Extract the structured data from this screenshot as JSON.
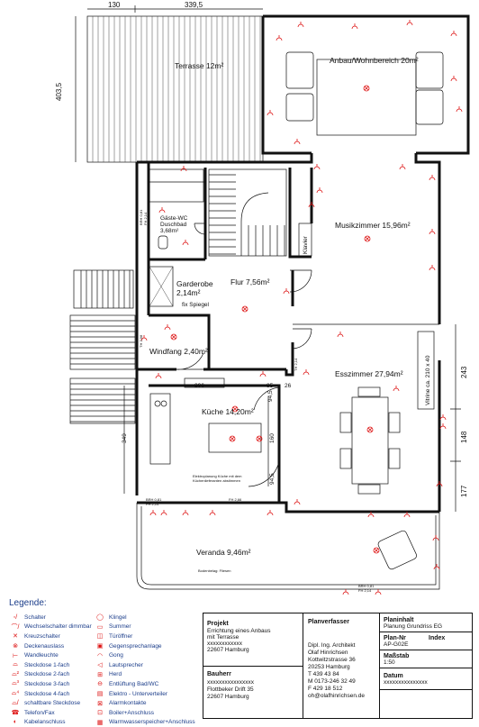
{
  "rooms": {
    "terrasse": "Terrasse 12m²",
    "anbau": "Anbau/Wohnbereich 20m²",
    "musik": "Musikzimmer 15,96m²",
    "klavier": "Klavier",
    "gaeste_wc_1": "Gäste-WC",
    "gaeste_wc_2": "Duschbad",
    "gaeste_wc_3": "3,68m²",
    "garderobe_1": "Garderobe",
    "garderobe_2": "2,14m²",
    "flur": "Flur 7,56m²",
    "windfang": "Windfang 2,40m²",
    "esszimmer": "Esszimmer 27,94m²",
    "vitrine": "Vitrine ca. 210 x 40",
    "kueche": "Küche 14,20m²",
    "veranda": "Veranda 9,46m²",
    "bodenbelag": "Bodenbelag: Fliesen",
    "elektro_note_1": "Elektroplanung Küche mit dem",
    "elektro_note_2": "Küchenlieferanten abstimmen",
    "fix_spiegel": "fix Spiegel"
  },
  "dimensions": {
    "d130": "130",
    "d339": "339,5",
    "d403": "403,5",
    "d243": "243",
    "d148": "148",
    "d177": "177",
    "d349": "349",
    "d296": "296",
    "d85": "85",
    "d26": "26",
    "d945a": "94,5",
    "d160": "160",
    "d945b": "94,5"
  },
  "small_labels": {
    "brh1": "BRH 0,81",
    "th1": "FH 2,14",
    "brh2": "BRH 0,81",
    "th2": "FH 2,14",
    "brh3": "BRH 0,81",
    "th3": "FH 2,14",
    "th4": "TH 2,98",
    "th5": "FH 2,66",
    "th6": "TH 2,14"
  },
  "legend": {
    "title": "Legende:",
    "left": [
      {
        "icon": "switch-icon",
        "glyph": "◦/",
        "label": "Schalter"
      },
      {
        "icon": "toggle-switch-icon",
        "glyph": "⌒/",
        "label": "Wechselschalter dimmbar"
      },
      {
        "icon": "cross-switch-icon",
        "glyph": "✕",
        "label": "Kreuzschalter"
      },
      {
        "icon": "ceiling-outlet-icon",
        "glyph": "⊗",
        "label": "Deckenauslass"
      },
      {
        "icon": "wall-light-icon",
        "glyph": "⊢",
        "label": "Wandleuchte"
      },
      {
        "icon": "socket-1-icon",
        "glyph": "⌓",
        "label": "Steckdose 1-fach"
      },
      {
        "icon": "socket-2-icon",
        "glyph": "⌓²",
        "label": "Steckdose 2-fach"
      },
      {
        "icon": "socket-3-icon",
        "glyph": "⌓³",
        "label": "Steckdose 3-fach"
      },
      {
        "icon": "socket-4-icon",
        "glyph": "⌓⁴",
        "label": "Steckdose 4-fach"
      },
      {
        "icon": "switched-socket-icon",
        "glyph": "⌓/",
        "label": "schaltbare Steckdose"
      },
      {
        "icon": "phone-fax-icon",
        "glyph": "☎",
        "label": "Telefon/Fax"
      },
      {
        "icon": "cable-connection-icon",
        "glyph": "◐",
        "label": "Kabelanschluss"
      }
    ],
    "right": [
      {
        "icon": "bell-icon",
        "glyph": "◯",
        "label": "Klingel"
      },
      {
        "icon": "buzzer-icon",
        "glyph": "▭",
        "label": "Summer"
      },
      {
        "icon": "door-opener-icon",
        "glyph": "◫",
        "label": "Türöffner"
      },
      {
        "icon": "intercom-icon",
        "glyph": "▣",
        "label": "Gegensprechanlage"
      },
      {
        "icon": "gong-icon",
        "glyph": "◠",
        "label": "Gong"
      },
      {
        "icon": "speaker-icon",
        "glyph": "◁",
        "label": "Lautsprecher"
      },
      {
        "icon": "stove-icon",
        "glyph": "⊞",
        "label": "Herd"
      },
      {
        "icon": "ventilation-icon",
        "glyph": "⊖",
        "label": "Entlüftung Bad/WC"
      },
      {
        "icon": "sub-distributor-icon",
        "glyph": "▤",
        "label": "Elektro - Unterverteiler"
      },
      {
        "icon": "alarm-contact-icon",
        "glyph": "⊠",
        "label": "Alarmkontakte"
      },
      {
        "icon": "boiler-icon",
        "glyph": "⊡",
        "label": "Boiler+Anschluss"
      },
      {
        "icon": "heat-storage-icon",
        "glyph": "▦",
        "label": "Warmwasserspeicher+Anschluss"
      }
    ]
  },
  "title_block": {
    "projekt_head": "Projekt",
    "projekt_1": "Errichtung eines Anbaus",
    "projekt_2": "mit Terrasse",
    "projekt_3": "xxxxxxxxxxxx",
    "projekt_4": "22607 Hamburg",
    "bauherr_head": "Bauherr",
    "bauherr_1": "xxxxxxxxxxxxxxxx",
    "bauherr_2": "Flottbeker Drift 35",
    "bauherr_3": "22607 Hamburg",
    "planverfasser_head": "Planverfasser",
    "pv_1": "Dipl. Ing. Architekt",
    "pv_2": "Olaf Hinrichsen",
    "pv_3": "Kottwitzstrasse 36",
    "pv_4": "20253 Hamburg",
    "pv_5": "T 439 43 84",
    "pv_6": "M 0173-246 32 49",
    "pv_7": "F 429 18 512",
    "pv_8": "oh@olafhinrichsen.de",
    "planinhalt_head": "Planinhalt",
    "planinhalt_val": "Planung Grundriss EG",
    "plannr_head": "Plan-Nr",
    "index_head": "Index",
    "plannr_val": "AP-G02E",
    "massstab_head": "Maßstab",
    "massstab_val": "1:50",
    "datum_head": "Datum",
    "datum_val": "xxxxxxxxxxxxxxx"
  },
  "colors": {
    "wall": "#111111",
    "electrical": "#dd1111",
    "legend_text": "#1b3d8a"
  }
}
